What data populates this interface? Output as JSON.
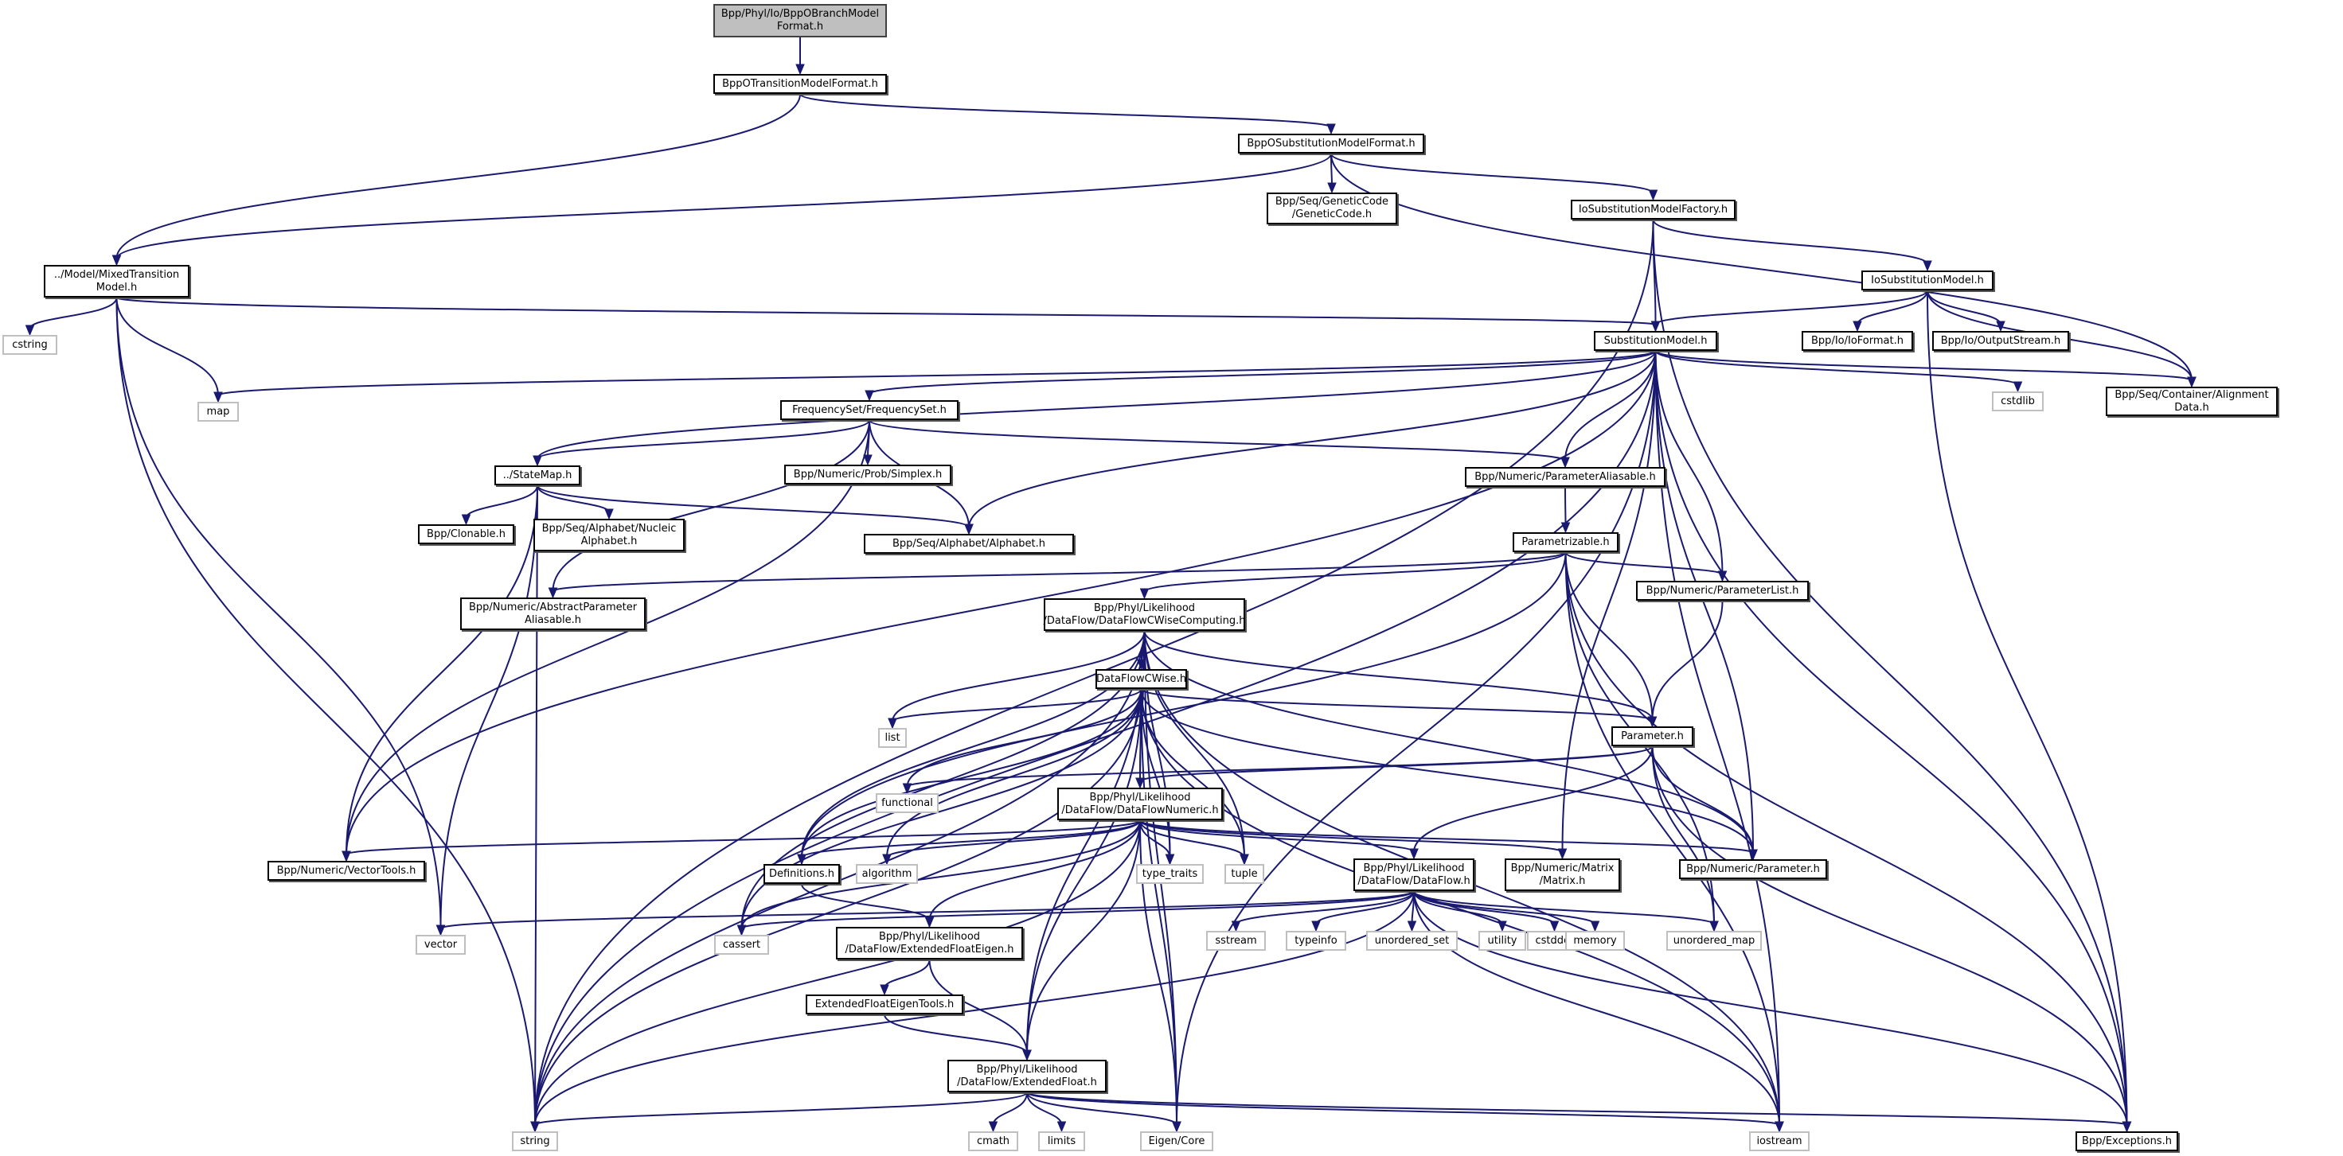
{
  "graph": {
    "title": "Bpp/Phyl/Io/BppOBranchModelFormat.h",
    "edge_color": "#191970",
    "root_fill": "#bfbfbf",
    "nodes": [
      {
        "id": "root",
        "label": "Bpp/Phyl/Io/BppOBranchModel\nFormat.h",
        "kind": "root"
      },
      {
        "id": "transfmt",
        "label": "BppOTransitionModelFormat.h",
        "kind": "local"
      },
      {
        "id": "substfmt",
        "label": "BppOSubstitutionModelFormat.h",
        "kind": "local"
      },
      {
        "id": "geneticcode",
        "label": "Bpp/Seq/GeneticCode\n/GeneticCode.h",
        "kind": "local"
      },
      {
        "id": "iosubstfactory",
        "label": "IoSubstitutionModelFactory.h",
        "kind": "local"
      },
      {
        "id": "mixedtrans",
        "label": "../Model/MixedTransition\nModel.h",
        "kind": "local"
      },
      {
        "id": "iosubst",
        "label": "IoSubstitutionModel.h",
        "kind": "local"
      },
      {
        "id": "cstring",
        "label": "cstring",
        "kind": "system"
      },
      {
        "id": "substmodel",
        "label": "SubstitutionModel.h",
        "kind": "local"
      },
      {
        "id": "ioformat",
        "label": "Bpp/Io/IoFormat.h",
        "kind": "local"
      },
      {
        "id": "outputstream",
        "label": "Bpp/Io/OutputStream.h",
        "kind": "local"
      },
      {
        "id": "map",
        "label": "map",
        "kind": "system"
      },
      {
        "id": "freqset",
        "label": "FrequencySet/FrequencySet.h",
        "kind": "local"
      },
      {
        "id": "cstdlib",
        "label": "cstdlib",
        "kind": "system"
      },
      {
        "id": "alignmentdata",
        "label": "Bpp/Seq/Container/Alignment\nData.h",
        "kind": "local"
      },
      {
        "id": "statemap",
        "label": "../StateMap.h",
        "kind": "local"
      },
      {
        "id": "simplex",
        "label": "Bpp/Numeric/Prob/Simplex.h",
        "kind": "local"
      },
      {
        "id": "paramaliasable",
        "label": "Bpp/Numeric/ParameterAliasable.h",
        "kind": "local"
      },
      {
        "id": "clonable",
        "label": "Bpp/Clonable.h",
        "kind": "local"
      },
      {
        "id": "nucleic",
        "label": "Bpp/Seq/Alphabet/Nucleic\nAlphabet.h",
        "kind": "local"
      },
      {
        "id": "alphabet",
        "label": "Bpp/Seq/Alphabet/Alphabet.h",
        "kind": "local"
      },
      {
        "id": "parametrizable",
        "label": "Parametrizable.h",
        "kind": "local"
      },
      {
        "id": "absparamaliasable",
        "label": "Bpp/Numeric/AbstractParameter\nAliasable.h",
        "kind": "local"
      },
      {
        "id": "dfcwisecomputing",
        "label": "Bpp/Phyl/Likelihood\n/DataFlow/DataFlowCWiseComputing.h",
        "kind": "local"
      },
      {
        "id": "paramlist",
        "label": "Bpp/Numeric/ParameterList.h",
        "kind": "local"
      },
      {
        "id": "dfcwise",
        "label": "DataFlowCWise.h",
        "kind": "local"
      },
      {
        "id": "list",
        "label": "list",
        "kind": "system"
      },
      {
        "id": "parameter",
        "label": "Parameter.h",
        "kind": "local"
      },
      {
        "id": "functional",
        "label": "functional",
        "kind": "system"
      },
      {
        "id": "dfnumeric",
        "label": "Bpp/Phyl/Likelihood\n/DataFlow/DataFlowNumeric.h",
        "kind": "local"
      },
      {
        "id": "vectortools",
        "label": "Bpp/Numeric/VectorTools.h",
        "kind": "local"
      },
      {
        "id": "definitions",
        "label": "Definitions.h",
        "kind": "local"
      },
      {
        "id": "algorithm",
        "label": "algorithm",
        "kind": "system"
      },
      {
        "id": "type_traits",
        "label": "type_traits",
        "kind": "system"
      },
      {
        "id": "tuple",
        "label": "tuple",
        "kind": "system"
      },
      {
        "id": "dataflow",
        "label": "Bpp/Phyl/Likelihood\n/DataFlow/DataFlow.h",
        "kind": "local"
      },
      {
        "id": "matrix",
        "label": "Bpp/Numeric/Matrix\n/Matrix.h",
        "kind": "local"
      },
      {
        "id": "numparameter",
        "label": "Bpp/Numeric/Parameter.h",
        "kind": "local"
      },
      {
        "id": "vector",
        "label": "vector",
        "kind": "system"
      },
      {
        "id": "cassert",
        "label": "cassert",
        "kind": "system"
      },
      {
        "id": "efeigen",
        "label": "Bpp/Phyl/Likelihood\n/DataFlow/ExtendedFloatEigen.h",
        "kind": "local"
      },
      {
        "id": "sstream",
        "label": "sstream",
        "kind": "system"
      },
      {
        "id": "typeinfo",
        "label": "typeinfo",
        "kind": "system"
      },
      {
        "id": "unordered_set",
        "label": "unordered_set",
        "kind": "system"
      },
      {
        "id": "utility",
        "label": "utility",
        "kind": "system"
      },
      {
        "id": "cstddef",
        "label": "cstddef",
        "kind": "system"
      },
      {
        "id": "memory",
        "label": "memory",
        "kind": "system"
      },
      {
        "id": "unordered_map",
        "label": "unordered_map",
        "kind": "system"
      },
      {
        "id": "efeigentools",
        "label": "ExtendedFloatEigenTools.h",
        "kind": "local"
      },
      {
        "id": "extendedfloat",
        "label": "Bpp/Phyl/Likelihood\n/DataFlow/ExtendedFloat.h",
        "kind": "local"
      },
      {
        "id": "string",
        "label": "string",
        "kind": "system"
      },
      {
        "id": "cmath",
        "label": "cmath",
        "kind": "system"
      },
      {
        "id": "limits",
        "label": "limits",
        "kind": "system"
      },
      {
        "id": "eigencore",
        "label": "Eigen/Core",
        "kind": "system"
      },
      {
        "id": "iostream",
        "label": "iostream",
        "kind": "system"
      },
      {
        "id": "exceptions",
        "label": "Bpp/Exceptions.h",
        "kind": "local"
      }
    ],
    "edges": [
      [
        "root",
        "transfmt"
      ],
      [
        "transfmt",
        "mixedtrans"
      ],
      [
        "transfmt",
        "substfmt"
      ],
      [
        "substfmt",
        "mixedtrans"
      ],
      [
        "substfmt",
        "geneticcode"
      ],
      [
        "substfmt",
        "iosubstfactory"
      ],
      [
        "substfmt",
        "alignmentdata"
      ],
      [
        "iosubstfactory",
        "iosubst"
      ],
      [
        "iosubstfactory",
        "substmodel"
      ],
      [
        "iosubstfactory",
        "string"
      ],
      [
        "iosubstfactory",
        "exceptions"
      ],
      [
        "mixedtrans",
        "cstring"
      ],
      [
        "mixedtrans",
        "map"
      ],
      [
        "mixedtrans",
        "substmodel"
      ],
      [
        "mixedtrans",
        "vector"
      ],
      [
        "mixedtrans",
        "string"
      ],
      [
        "iosubst",
        "substmodel"
      ],
      [
        "iosubst",
        "ioformat"
      ],
      [
        "iosubst",
        "outputstream"
      ],
      [
        "iosubst",
        "alignmentdata"
      ],
      [
        "iosubst",
        "exceptions"
      ],
      [
        "substmodel",
        "map"
      ],
      [
        "substmodel",
        "freqset"
      ],
      [
        "substmodel",
        "statemap"
      ],
      [
        "substmodel",
        "alphabet"
      ],
      [
        "substmodel",
        "paramaliasable"
      ],
      [
        "substmodel",
        "paramlist"
      ],
      [
        "substmodel",
        "cstdlib"
      ],
      [
        "substmodel",
        "alignmentdata"
      ],
      [
        "substmodel",
        "vectortools"
      ],
      [
        "substmodel",
        "matrix"
      ],
      [
        "substmodel",
        "numparameter"
      ],
      [
        "substmodel",
        "eigencore"
      ],
      [
        "substmodel",
        "iostream"
      ],
      [
        "substmodel",
        "exceptions"
      ],
      [
        "substmodel",
        "string"
      ],
      [
        "freqset",
        "statemap"
      ],
      [
        "freqset",
        "simplex"
      ],
      [
        "freqset",
        "alphabet"
      ],
      [
        "freqset",
        "paramaliasable"
      ],
      [
        "freqset",
        "absparamaliasable"
      ],
      [
        "freqset",
        "vectortools"
      ],
      [
        "statemap",
        "clonable"
      ],
      [
        "statemap",
        "nucleic"
      ],
      [
        "statemap",
        "alphabet"
      ],
      [
        "statemap",
        "vectortools"
      ],
      [
        "statemap",
        "vector"
      ],
      [
        "statemap",
        "string"
      ],
      [
        "paramaliasable",
        "parametrizable"
      ],
      [
        "parametrizable",
        "absparamaliasable"
      ],
      [
        "parametrizable",
        "dfcwisecomputing"
      ],
      [
        "parametrizable",
        "paramlist"
      ],
      [
        "parametrizable",
        "parameter"
      ],
      [
        "parametrizable",
        "definitions"
      ],
      [
        "parametrizable",
        "unordered_map"
      ],
      [
        "parametrizable",
        "iostream"
      ],
      [
        "parametrizable",
        "exceptions"
      ],
      [
        "paramlist",
        "parameter"
      ],
      [
        "dfcwisecomputing",
        "dfcwise"
      ],
      [
        "dfcwisecomputing",
        "list"
      ],
      [
        "dfcwisecomputing",
        "parameter"
      ],
      [
        "dfcwisecomputing",
        "dfnumeric"
      ],
      [
        "dfcwisecomputing",
        "definitions"
      ],
      [
        "dfcwisecomputing",
        "type_traits"
      ],
      [
        "dfcwisecomputing",
        "tuple"
      ],
      [
        "dfcwisecomputing",
        "cassert"
      ],
      [
        "dfcwisecomputing",
        "numparameter"
      ],
      [
        "dfcwisecomputing",
        "string"
      ],
      [
        "dfcwisecomputing",
        "extendedfloat"
      ],
      [
        "dfcwisecomputing",
        "eigencore"
      ],
      [
        "dfcwisecomputing",
        "iostream"
      ],
      [
        "dfcwise",
        "list"
      ],
      [
        "dfcwise",
        "parameter"
      ],
      [
        "dfcwise",
        "dfnumeric"
      ],
      [
        "dfcwise",
        "functional"
      ],
      [
        "dfcwise",
        "algorithm"
      ],
      [
        "dfcwise",
        "definitions"
      ],
      [
        "dfcwise",
        "type_traits"
      ],
      [
        "dfcwise",
        "tuple"
      ],
      [
        "dfcwise",
        "cassert"
      ],
      [
        "dfcwise",
        "string"
      ],
      [
        "dfcwise",
        "eigencore"
      ],
      [
        "dfcwise",
        "numparameter"
      ],
      [
        "dfcwise",
        "iostream"
      ],
      [
        "dfcwise",
        "extendedfloat"
      ],
      [
        "parameter",
        "dfnumeric"
      ],
      [
        "parameter",
        "functional"
      ],
      [
        "parameter",
        "dataflow"
      ],
      [
        "parameter",
        "numparameter"
      ],
      [
        "parameter",
        "unordered_map"
      ],
      [
        "parameter",
        "exceptions"
      ],
      [
        "dfnumeric",
        "vectortools"
      ],
      [
        "dfnumeric",
        "definitions"
      ],
      [
        "dfnumeric",
        "algorithm"
      ],
      [
        "dfnumeric",
        "type_traits"
      ],
      [
        "dfnumeric",
        "tuple"
      ],
      [
        "dfnumeric",
        "dataflow"
      ],
      [
        "dfnumeric",
        "matrix"
      ],
      [
        "dfnumeric",
        "numparameter"
      ],
      [
        "dfnumeric",
        "cassert"
      ],
      [
        "dfnumeric",
        "efeigen"
      ],
      [
        "dfnumeric",
        "extendedfloat"
      ],
      [
        "dfnumeric",
        "eigencore"
      ],
      [
        "dfnumeric",
        "string"
      ],
      [
        "definitions",
        "efeigen"
      ],
      [
        "dataflow",
        "vector"
      ],
      [
        "dataflow",
        "cassert"
      ],
      [
        "dataflow",
        "sstream"
      ],
      [
        "dataflow",
        "typeinfo"
      ],
      [
        "dataflow",
        "unordered_set"
      ],
      [
        "dataflow",
        "utility"
      ],
      [
        "dataflow",
        "cstddef"
      ],
      [
        "dataflow",
        "memory"
      ],
      [
        "dataflow",
        "unordered_map"
      ],
      [
        "dataflow",
        "iostream"
      ],
      [
        "dataflow",
        "exceptions"
      ],
      [
        "dataflow",
        "string"
      ],
      [
        "efeigen",
        "efeigentools"
      ],
      [
        "efeigen",
        "extendedfloat"
      ],
      [
        "efeigentools",
        "extendedfloat"
      ],
      [
        "extendedfloat",
        "cmath"
      ],
      [
        "extendedfloat",
        "limits"
      ],
      [
        "extendedfloat",
        "eigencore"
      ],
      [
        "extendedfloat",
        "string"
      ],
      [
        "extendedfloat",
        "iostream"
      ],
      [
        "extendedfloat",
        "exceptions"
      ]
    ]
  }
}
